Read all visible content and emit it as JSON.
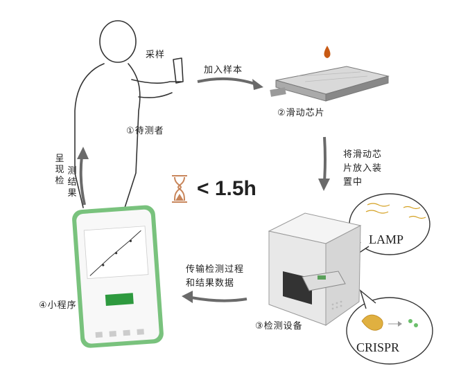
{
  "steps": {
    "sampling": "采样",
    "add_sample": "加入样本",
    "person": "①待测者",
    "chip": "②滑动芯片",
    "insert": [
      "将滑动芯",
      "片放入装",
      "置中"
    ],
    "device": "③检测设备",
    "transfer": [
      "传输检测过程",
      "和结果数据"
    ],
    "app": "④小程序",
    "show_results": [
      "呈现检",
      "测结果"
    ]
  },
  "time_label": "< 1.5h",
  "bubbles": {
    "lamp": "LAMP",
    "crispr": "CRISPR"
  },
  "colors": {
    "arrow": "#6a6a6a",
    "phone_green": "#79c27d",
    "drop": "#c85a14",
    "hourglass": "#c8855a"
  }
}
